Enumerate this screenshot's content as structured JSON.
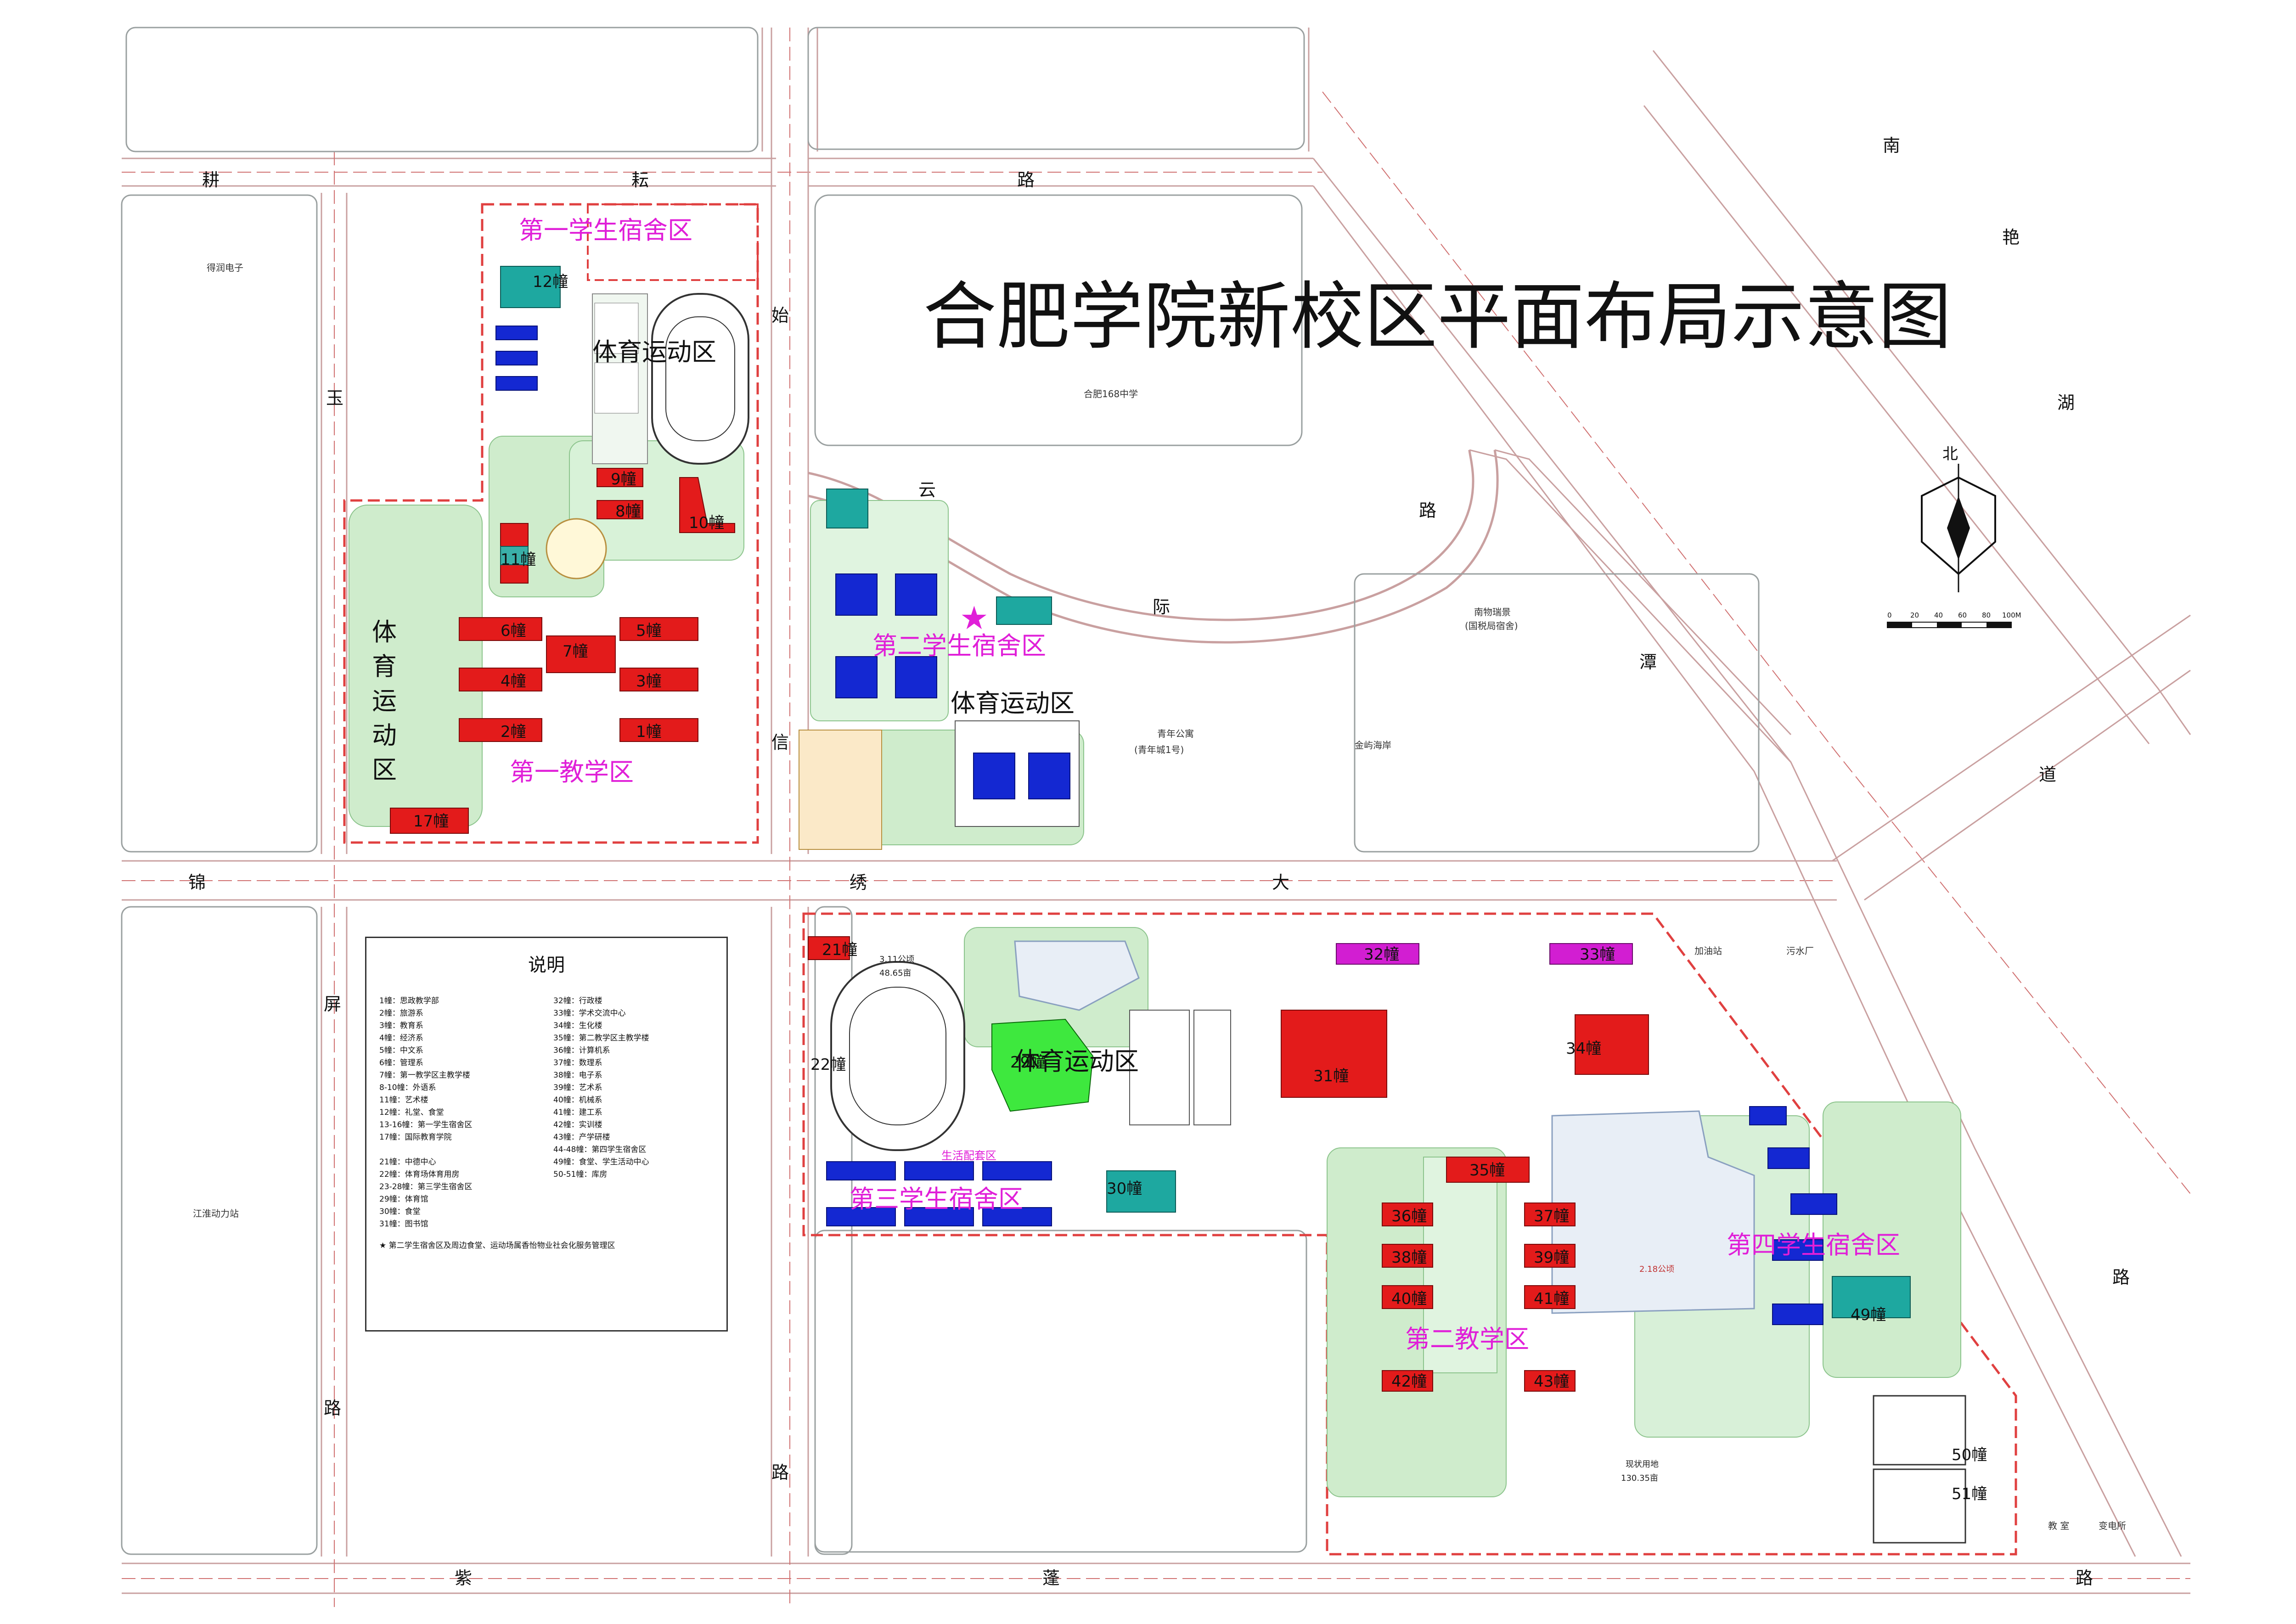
{
  "title": "合肥学院新校区平面布局示意图",
  "compass": {
    "north_label": "北"
  },
  "scale_bar": {
    "labels": [
      "0",
      "20",
      "40",
      "60",
      "80",
      "100M"
    ]
  },
  "roads": {
    "north_1": "耕",
    "north_2": "耘",
    "north_3": "路",
    "mid_1": "锦",
    "mid_2": "绣",
    "mid_3": "大",
    "mid_4": "道",
    "south_1": "紫",
    "south_2": "蓬",
    "south_3": "路",
    "west_1": "玉",
    "west_2": "屏",
    "west_3": "路",
    "center_1": "始",
    "center_2": "信",
    "center_3": "路",
    "yunji_1": "云",
    "yunji_2": "路",
    "yunji_3": "际",
    "nanyan_1": "南",
    "nanyan_2": "艳",
    "nanyan_3": "湖",
    "nanyan_4": "潭",
    "nanyan_5": "路"
  },
  "outside": {
    "deyun": "得润电子",
    "school168": "合肥168中学",
    "nanwu": "南物瑞景",
    "nanwu_sub": "(国税局宿舍)",
    "jinxiu": "金屿海岸",
    "youth": "青年公寓",
    "youth_sub": "(青年城1号)",
    "jianghuai": "江淮动力站",
    "gas": "加油站",
    "sewage": "污水厂",
    "classroom": "教 室",
    "substation": "变电所"
  },
  "zones": {
    "dorm1": "第一学生宿舍区",
    "dorm2": "第二学生宿舍区",
    "dorm3": "第三学生宿舍区",
    "dorm4": "第四学生宿舍区",
    "sports_n": "体育运动区",
    "sports_w": [
      "体",
      "育",
      "运",
      "动",
      "区"
    ],
    "sports_c": "体育运动区",
    "sports_s": "体育运动区",
    "teach1": "第一教学区",
    "teach2": "第二教学区",
    "living": "生活配套区"
  },
  "buildings": {
    "b1": "1幢",
    "b2": "2幢",
    "b3": "3幢",
    "b4": "4幢",
    "b5": "5幢",
    "b6": "6幢",
    "b7": "7幢",
    "b8": "8幢",
    "b9": "9幢",
    "b10": "10幢",
    "b11": "11幢",
    "b12": "12幢",
    "b17": "17幢",
    "b21": "21幢",
    "b22": "22幢",
    "b29": "29幢",
    "b30": "30幢",
    "b31": "31幢",
    "b32": "32幢",
    "b33": "33幢",
    "b34": "34幢",
    "b35": "35幢",
    "b36": "36幢",
    "b37": "37幢",
    "b38": "38幢",
    "b39": "39幢",
    "b40": "40幢",
    "b41": "41幢",
    "b42": "42幢",
    "b43": "43幢",
    "b49": "49幢",
    "b50": "50幢",
    "b51": "51幢"
  },
  "facilities": {
    "track": "3.11公顷",
    "track_sub": "48.65亩",
    "land": "现状用地",
    "land_sub": "130.35亩",
    "lake_area": "2.18公顷"
  },
  "legend": {
    "heading": "说明",
    "left": [
      "1幢：思政教学部",
      "2幢：旅游系",
      "3幢：教育系",
      "4幢：经济系",
      "5幢：中文系",
      "6幢：管理系",
      "7幢：第一教学区主教学楼",
      "8-10幢：外语系",
      "11幢：艺术楼",
      "12幢：礼堂、食堂",
      "13-16幢：第一学生宿舍区",
      "17幢：国际教育学院",
      "",
      "21幢：中德中心",
      "22幢：体育场体育用房",
      "23-28幢：第三学生宿舍区",
      "29幢：体育馆",
      "30幢：食堂",
      "31幢：图书馆"
    ],
    "right": [
      "32幢：行政楼",
      "33幢：学术交流中心",
      "34幢：生化楼",
      "35幢：第二教学区主教学楼",
      "36幢：计算机系",
      "37幢：数理系",
      "38幢：电子系",
      "39幢：艺术系",
      "40幢：机械系",
      "41幢：建工系",
      "42幢：实训楼",
      "43幢：产学研楼",
      "44-48幢：第四学生宿舍区",
      "49幢：食堂、学生活动中心",
      "50-51幢：库房"
    ],
    "note": "★ 第二学生宿舍区及周边食堂、运动场属香怡物业社会化服务管理区"
  },
  "colors": {
    "teaching": "#e31b1b",
    "dorm": "#1428d2",
    "admin": "#d21ed2",
    "sports_hall": "#3ee83e",
    "canteen": "#1ea8a0",
    "zone_label": "#e01fd8",
    "boundary": "#e04040",
    "road_line": "#c43a3a",
    "grass": "#c8ecc8"
  }
}
